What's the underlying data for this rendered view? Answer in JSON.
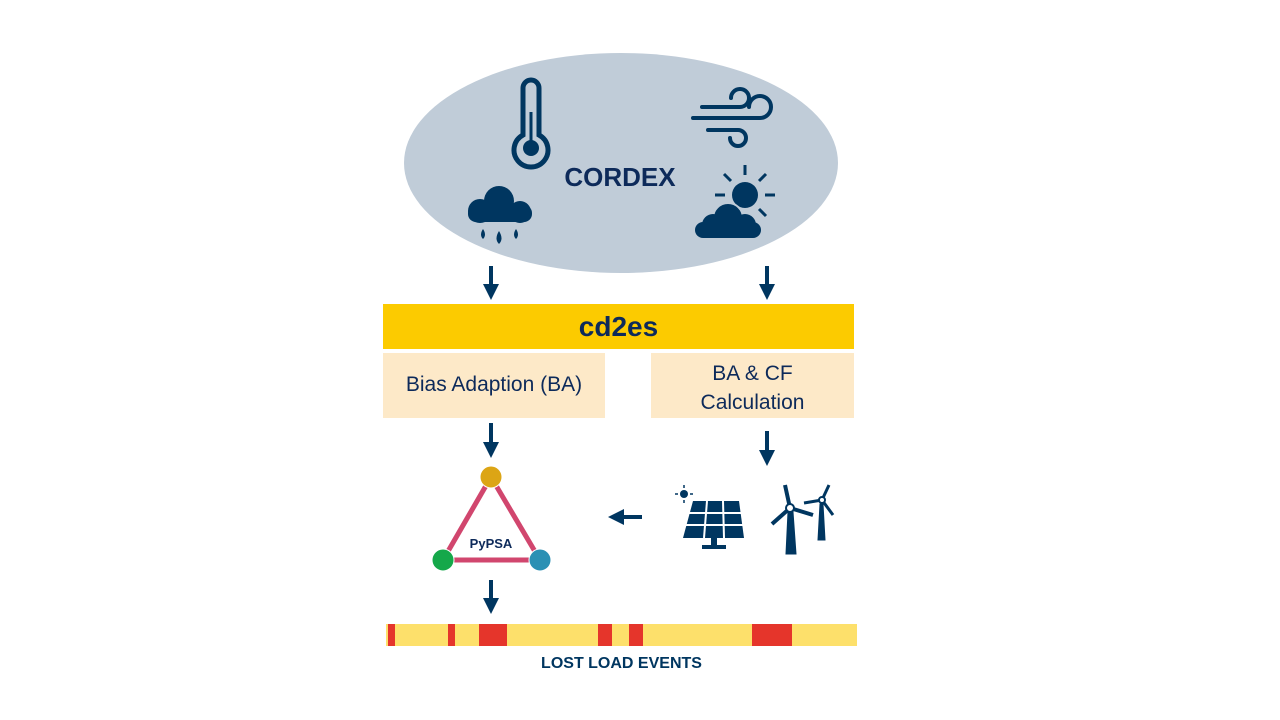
{
  "source": {
    "title": "CORDEX",
    "icons": [
      "thermometer-icon",
      "wind-icon",
      "rain-cloud-icon",
      "sun-cloud-icon"
    ]
  },
  "tool": {
    "title": "cd2es"
  },
  "modules": [
    {
      "label": "Bias Adaption (BA)"
    },
    {
      "label_line1": "BA & CF",
      "label_line2": "Calculation"
    }
  ],
  "model": {
    "label": "PyPSA"
  },
  "output": {
    "label": "LOST LOAD EVENTS"
  },
  "colors": {
    "navy": "#003660",
    "ellipse": "#c0ccd8",
    "gold": "#fccb00",
    "module": "#fde9c8",
    "timeline": "#fde06b",
    "event": "#e5352b",
    "edge": "#d1466e",
    "node1": "#dca515",
    "node2": "#15a84a",
    "node3": "#2a90b4"
  }
}
